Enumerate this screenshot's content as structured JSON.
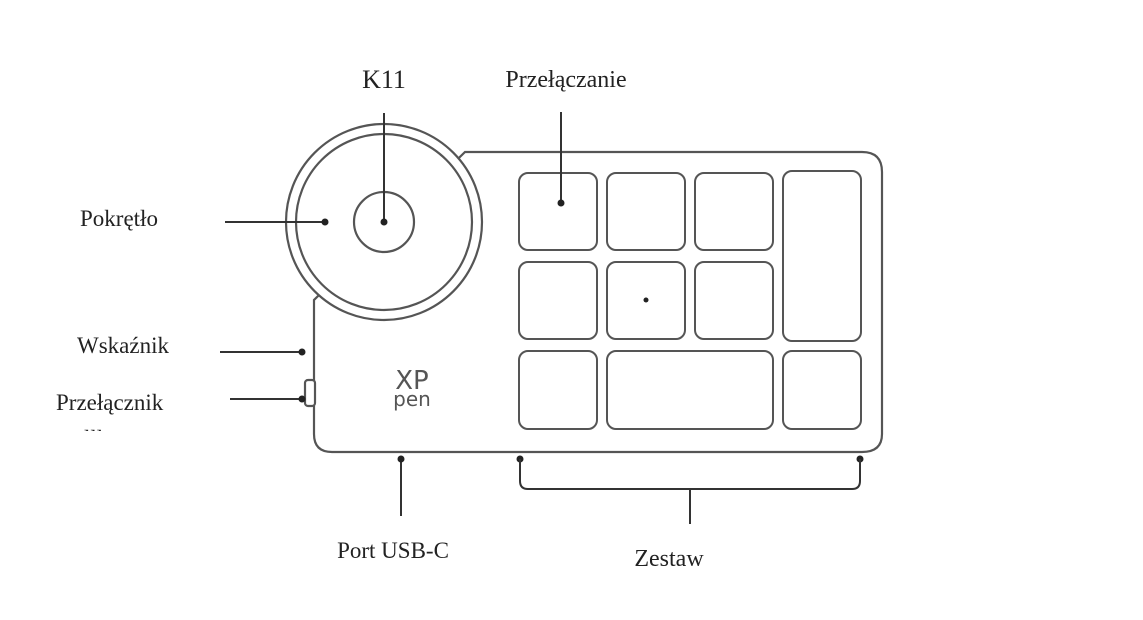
{
  "labels": {
    "model": "K11",
    "switching": "Przełączanie",
    "dial": "Pokrętło",
    "indicator": "Wskaźnik",
    "switch": "Przełącznik",
    "usb_port": "Port USB-C",
    "set": "Zestaw"
  },
  "brand": {
    "line1": "XP",
    "line2": "pen"
  },
  "colors": {
    "outline": "#555555",
    "text": "#222222"
  }
}
